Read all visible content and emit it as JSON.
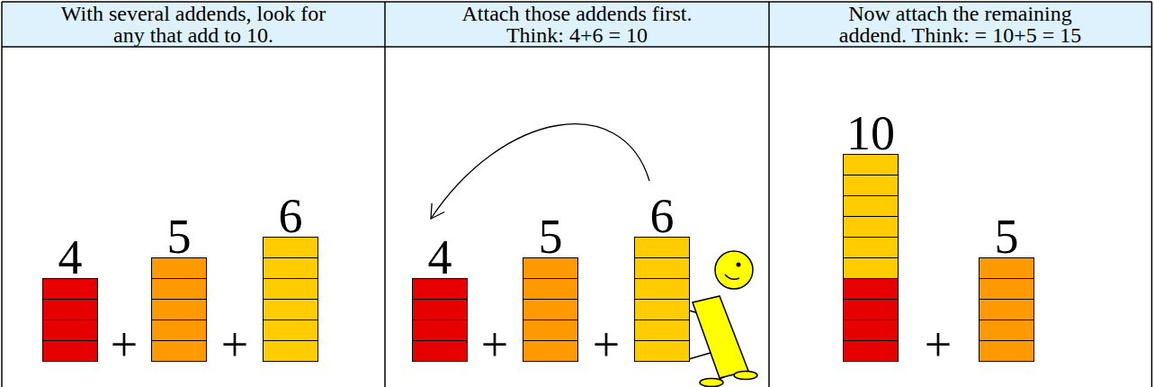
{
  "diagram": {
    "nodes": [
      {
        "text": [
          "With several addends, look for any that add to 10."
        ]
      },
      {
        "text": [
          "Attach those addends first. Think: 4+6 = 10"
        ]
      },
      {
        "text": [
          "Now attach the remaining addend. Think: = 10+5 = 15"
        ]
      },
      {
        "text": [
          "4"
        ]
      },
      {
        "text": [
          "5"
        ]
      },
      {
        "text": [
          "6"
        ]
      },
      {
        "text": [
          "4"
        ]
      },
      {
        "text": [
          "5"
        ]
      },
      {
        "text": [
          "6"
        ]
      },
      {
        "text": [
          "10"
        ]
      },
      {
        "text": [
          "5"
        ]
      }
    ],
    "edges": [
      {
        "from": 8,
        "to": 6,
        "arrow": "to"
      }
    ],
    "labels": [
      "+",
      "+",
      "+",
      "+",
      "+"
    ]
  }
}
